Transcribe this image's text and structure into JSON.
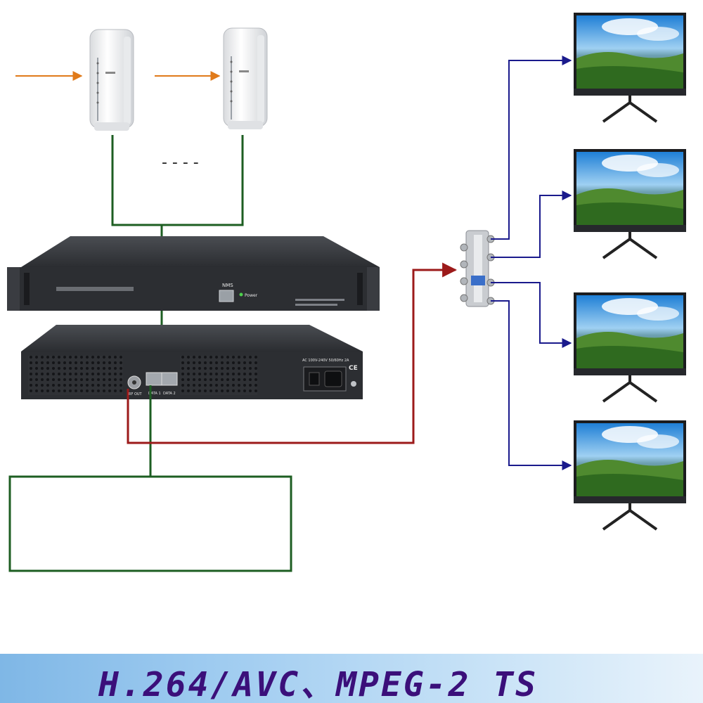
{
  "banner": {
    "text": "H.264/AVC、MPEG-2 TS"
  },
  "front_panel": {
    "port_label": "NMS",
    "led_label": "Power"
  },
  "rear_panel": {
    "rf_label": "RF OUT",
    "data1_label": "DATA 1",
    "data2_label": "DATA 2",
    "power_label": "AC 100V-240V 50/60Hz 2A",
    "ce_label": "CE"
  },
  "gap_marker": "- - - -",
  "colors": {
    "input_arrow": "#e07a1a",
    "network_line": "#1d5e22",
    "rf_line": "#9c1a1a",
    "split_line": "#1a1a8c",
    "device_dark": "#2d2f33"
  },
  "icons": {
    "encoder_a": "wireless-router-icon",
    "encoder_b": "wireless-router-icon",
    "splitter": "rf-splitter-icon",
    "tv": "monitor-icon"
  }
}
